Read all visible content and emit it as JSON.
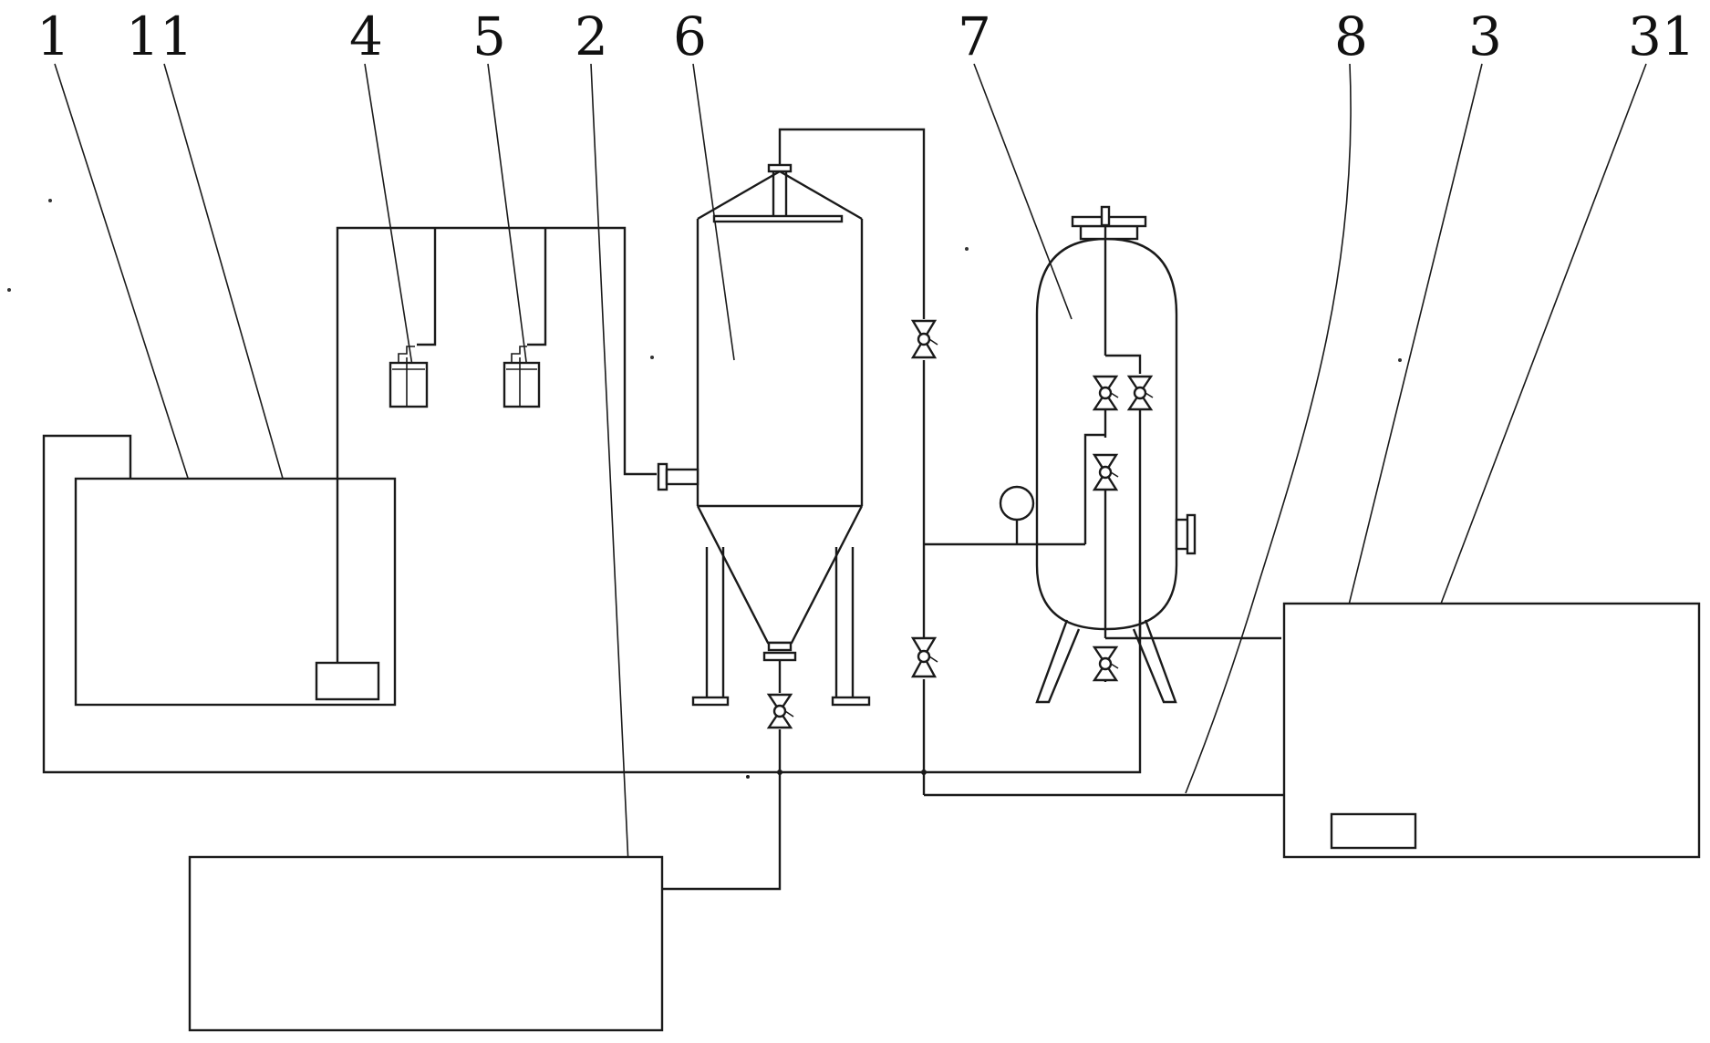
{
  "labels": {
    "l1": "1",
    "l11": "11",
    "l4": "4",
    "l5": "5",
    "l2": "2",
    "l6": "6",
    "l7": "7",
    "l8": "8",
    "l3": "3",
    "l31": "31"
  },
  "colors": {
    "line": "#1a1a1a",
    "background": "#ffffff"
  }
}
